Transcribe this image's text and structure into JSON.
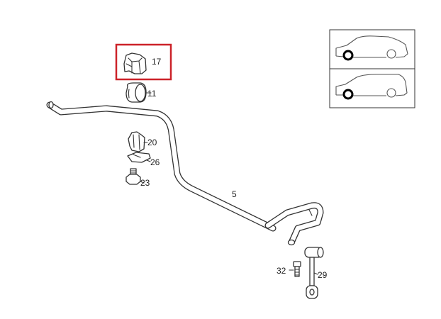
{
  "diagram": {
    "highlight_color": "#cc2229",
    "line_color": "#333333",
    "callouts": [
      {
        "id": "17",
        "label": "17",
        "highlighted": true
      },
      {
        "id": "11",
        "label": "11"
      },
      {
        "id": "20",
        "label": "20"
      },
      {
        "id": "26",
        "label": "26"
      },
      {
        "id": "23",
        "label": "23"
      },
      {
        "id": "5",
        "label": "5"
      },
      {
        "id": "32",
        "label": "32"
      },
      {
        "id": "29",
        "label": "29"
      }
    ],
    "vehicle_views": [
      {
        "name": "sedan",
        "icon": "sedan-car-icon"
      },
      {
        "name": "wagon",
        "icon": "wagon-car-icon"
      }
    ]
  }
}
